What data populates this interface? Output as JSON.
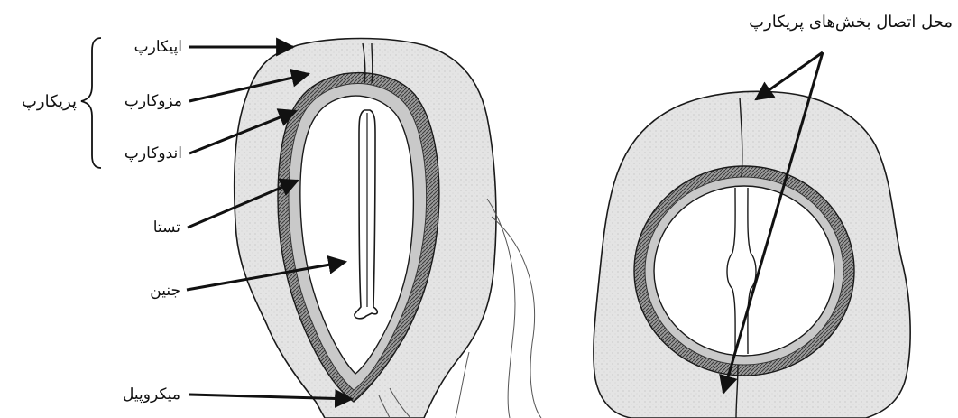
{
  "labels": {
    "epicarp": "اپیکارپ",
    "mesocarp": "مزوکارپ",
    "endocarp": "اندوکارپ",
    "pericarp": "پریکارپ",
    "testa": "تستا",
    "embryo": "جنین",
    "micropyle": "میکروپیل",
    "junction": "محل اتصال بخش‌های پریکارپ"
  },
  "colors": {
    "background": "#ffffff",
    "tissue": "#e3e3e3",
    "ink": "#1a1a1a"
  }
}
